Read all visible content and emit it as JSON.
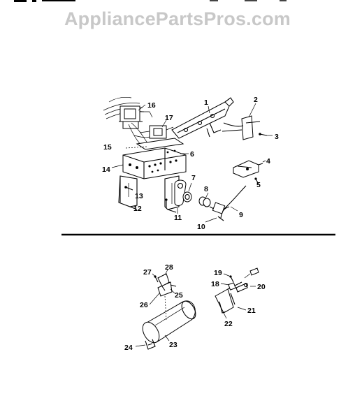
{
  "watermark": "AppliancePartsPros.com",
  "callouts": {
    "p1": "1",
    "p2": "2",
    "p3": "3",
    "p4": "4",
    "p5": "5",
    "p6": "6",
    "p7": "7",
    "p8": "8",
    "p9": "9",
    "p10": "10",
    "p11": "11",
    "p12": "12",
    "p13": "13",
    "p14": "14",
    "p15": "15",
    "p16": "16",
    "p17": "17",
    "p18": "18",
    "p19": "19",
    "p20": "20",
    "p21": "21",
    "p22": "22",
    "p23": "23",
    "p24": "24",
    "p25": "25",
    "p26": "26",
    "p27": "27",
    "p28": "28"
  }
}
